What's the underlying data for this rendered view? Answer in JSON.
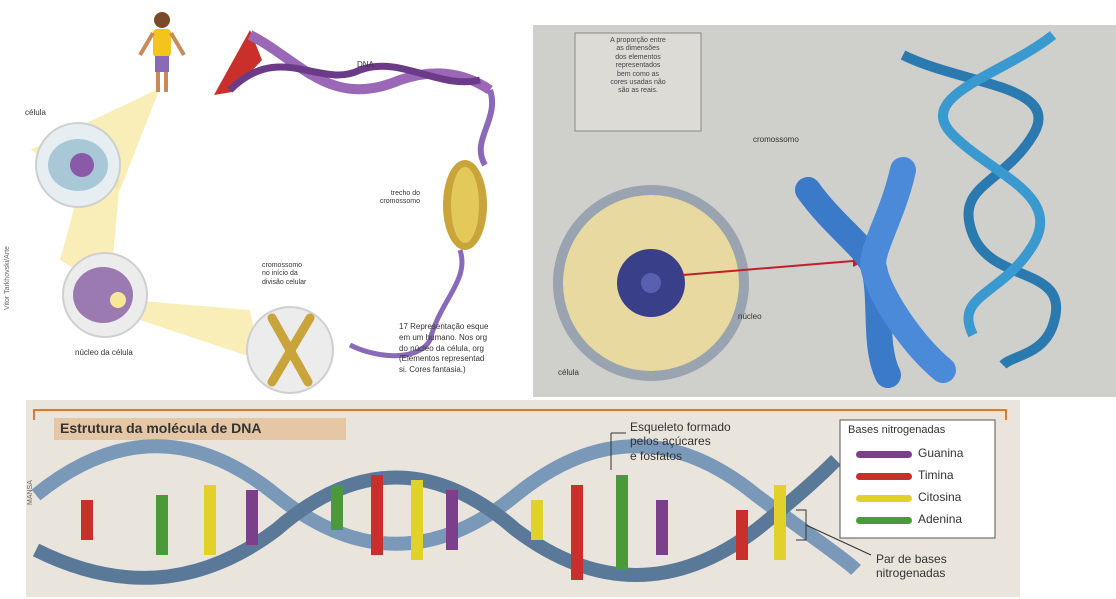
{
  "panel1": {
    "label_dna": "DNA",
    "label_celula": "célula",
    "label_trecho": "trecho do\ncromossomo",
    "label_cromossomo": "cromossomo\nno início da\ndivisão celular",
    "label_nucleo": "núcleo da célula",
    "credit": "Vitor Tarkhovski/Arte",
    "caption": "17 Representação esque\nem um humano. Nos org\ndo núcleo da célula, org\n(Elementos representad\nsi. Cores fantasia.)"
  },
  "panel2": {
    "note": "A proporção entre\nas dimensões\ndos elementos\nrepresentados\nbem como as\ncores usadas não\nsão as reais.",
    "label_cromossomo": "cromossomo",
    "label_nucleo": "núcleo",
    "label_celula": "célula"
  },
  "panel3": {
    "title": "Estrutura da molécula de DNA",
    "credit": "MANSA",
    "backbone_label": "Esqueleto formado\npelos açúcares\ne fosfatos",
    "legend_title": "Bases nitrogenadas",
    "legend": [
      {
        "label": "Guanina",
        "color": "#7b3f8c"
      },
      {
        "label": "Timina",
        "color": "#c8302c"
      },
      {
        "label": "Citosina",
        "color": "#e2d12a"
      },
      {
        "label": "Adenina",
        "color": "#4a9a3a"
      }
    ],
    "pair_label": "Par de bases\nnitrogenadas"
  }
}
